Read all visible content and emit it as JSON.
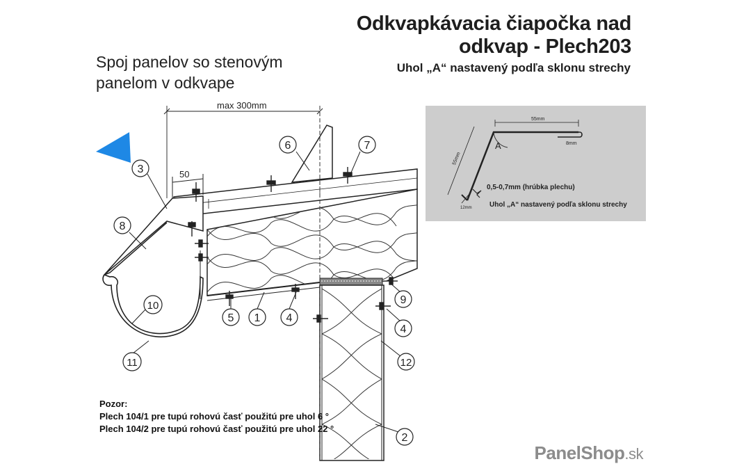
{
  "header": {
    "title_line1": "Odkvapkávacia čiapočka nad",
    "title_line2": "odkvap - Plech203",
    "subtitle": "Uhol „A“ nastavený podľa sklonu strechy"
  },
  "left_title": {
    "line1": "Spoj panelov so stenovým",
    "line2": "panelom v odkvape"
  },
  "dimensions": {
    "max_spacing": "max 300mm",
    "overlap": "50"
  },
  "callouts": {
    "c1": "1",
    "c2": "2",
    "c3": "3",
    "c4a": "4",
    "c4b": "4",
    "c5": "5",
    "c6": "6",
    "c7": "7",
    "c8": "8",
    "c9": "9",
    "c10": "10",
    "c11": "11",
    "c12": "12"
  },
  "note": {
    "heading": "Pozor:",
    "line1": "Plech 104/1 pre tupú rohovú časť použitú pre uhol 6 °",
    "line2": "Plech 104/2 pre tupú rohovú časť použitú pre uhol 22 °"
  },
  "inset": {
    "dim_top": "55mm",
    "dim_left": "55mm",
    "dim_hem": "8mm",
    "dim_bottom": "12mm",
    "angle_label": "A",
    "thickness": "0,5-0,7mm (hrúbka plechu)",
    "angle_note": "Uhol „A“ nastavený podľa sklonu strechy"
  },
  "brand": {
    "name": "PanelShop",
    "tld": ".sk"
  },
  "colors": {
    "pointer_arrow": "#1e88e5",
    "inset_background": "#cdcdcd",
    "brand_text": "#8c8c8c"
  }
}
